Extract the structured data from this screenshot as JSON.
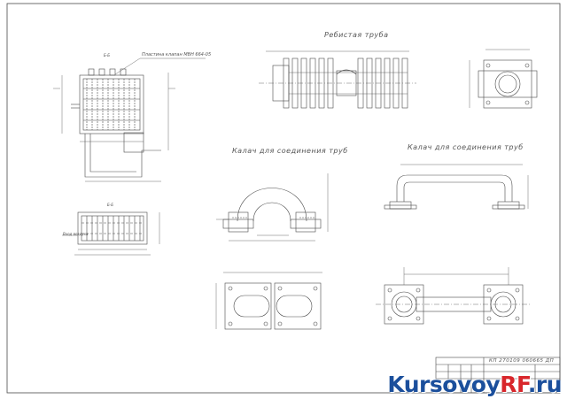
{
  "labels": {
    "ribbed_tube": "Ребистая труба",
    "elbow_left": "Калач для соединения труб",
    "elbow_right": "Калач для соединения труб",
    "heater_note": "Пластина клапан МВН 664-05",
    "section_top": "Б-Б",
    "section_bottom": "Б-Б",
    "inlet_note": "Вход воздуха"
  },
  "stamp": {
    "code": "КП 270109 060665 ДП"
  },
  "watermark": {
    "brand": "Kursovoy",
    "rf": "RF",
    "domain": ".ru"
  },
  "colors": {
    "line": "#4a4a4a",
    "watermark_blue": "#1b4f9c",
    "watermark_red": "#d8262b"
  }
}
